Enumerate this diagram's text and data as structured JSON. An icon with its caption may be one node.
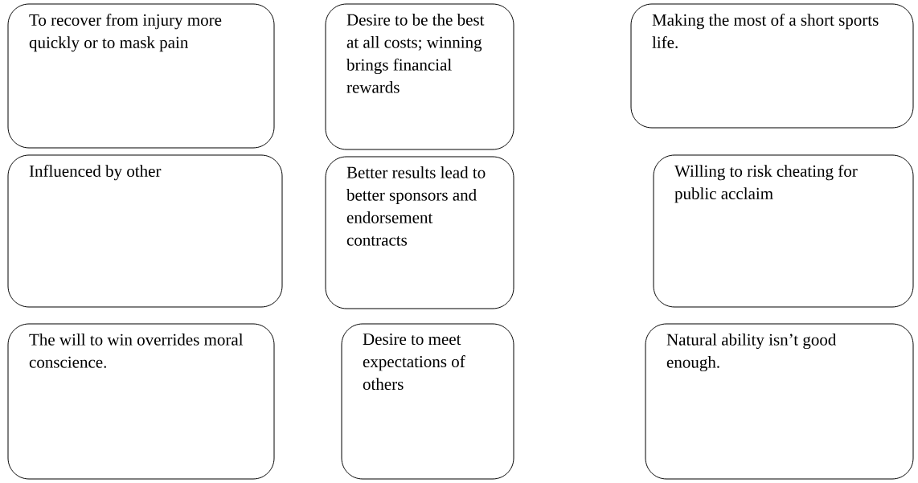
{
  "diagram": {
    "nodes": [
      {
        "text": [
          "To recover from injury more quickly or to mask pain"
        ]
      },
      {
        "text": [
          "Desire to be the best at all costs; winning brings financial rewards"
        ]
      },
      {
        "text": [
          "Making the most of a short sports life."
        ]
      },
      {
        "text": [
          "Influenced by other"
        ]
      },
      {
        "text": [
          "Better results lead to better sponsors and endorsement contracts"
        ]
      },
      {
        "text": [
          "Willing to risk cheating for public acclaim"
        ]
      },
      {
        "text": [
          "The will to win overrides moral conscience."
        ]
      },
      {
        "text": [
          "Desire to meet expectations of others"
        ]
      },
      {
        "text": [
          "Natural ability isn’t good enough."
        ]
      }
    ]
  }
}
